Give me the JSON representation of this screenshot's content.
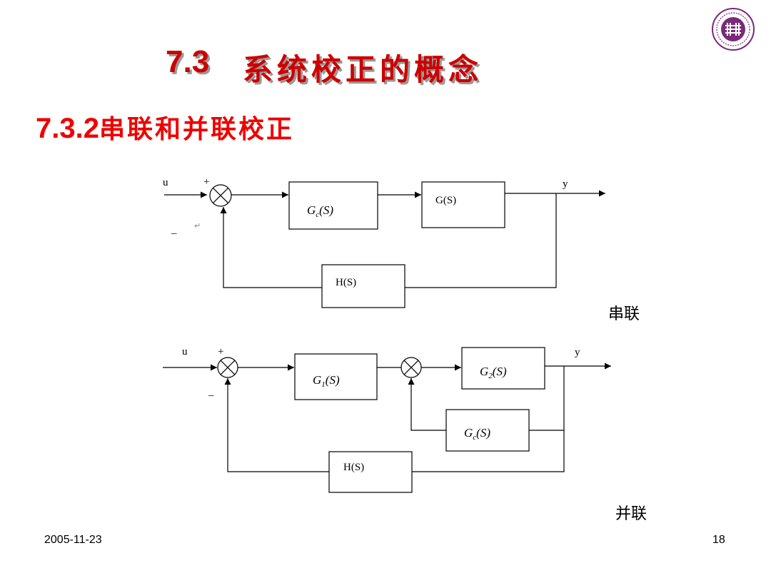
{
  "slide": {
    "title_number": "7.3",
    "title_text": "系统校正的概念",
    "subtitle_number": "7.3.2",
    "subtitle_text": "串联和并联校正",
    "date": "2005-11-23",
    "page_number": "18"
  },
  "series_diagram": {
    "input_label": "u",
    "plus_sign": "+",
    "minus_sign": "–",
    "controller_block": "G_c(S)",
    "plant_block": "G(S)",
    "feedback_block": "H(S)",
    "output_label": "y",
    "caption": "串联"
  },
  "parallel_diagram": {
    "input_label": "u",
    "plus_sign": "+",
    "minus_sign": "–",
    "block_1": "G_1(S)",
    "block_2": "G_2(S)",
    "compensator_block": "G_c(S)",
    "feedback_block": "H(S)",
    "output_label": "y",
    "caption": "并联"
  },
  "colors": {
    "title": "#cc0000",
    "subtitle": "#ee0000",
    "title_shadow": "#9a9a9a",
    "logo": "#7a2a78"
  }
}
